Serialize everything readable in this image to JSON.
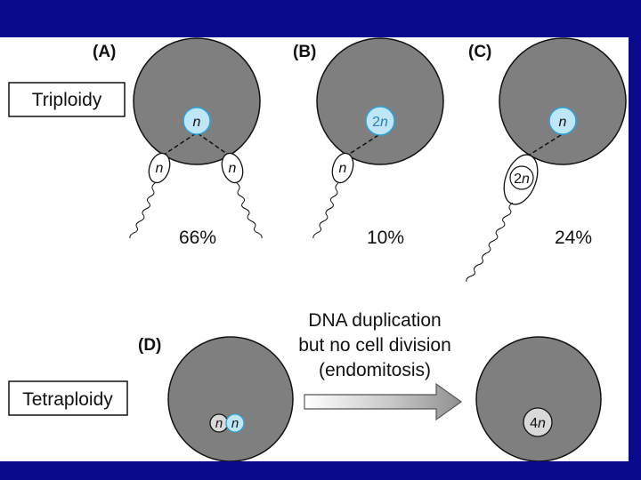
{
  "labels": {
    "panel_a": "(A)",
    "panel_b": "(B)",
    "panel_c": "(C)",
    "panel_d": "(D)",
    "triploidy": "Triploidy",
    "tetraploidy": "Tetraploidy"
  },
  "nuclei": {
    "a_egg_n": "n",
    "a_sperm1_n": "n",
    "a_sperm2_n": "n",
    "b_egg_coef": "2",
    "b_egg_n": "n",
    "b_sperm_n": "n",
    "c_egg_n": "n",
    "c_sperm_coef": "2",
    "c_sperm_n": "n",
    "d_pro1_n": "n",
    "d_pro2_n": "n",
    "d_result_coef": "4",
    "d_result_n": "n"
  },
  "percentages": {
    "a": "66%",
    "b": "10%",
    "c": "24%"
  },
  "arrow_text": {
    "line1": "DNA duplication",
    "line2": "but no cell division",
    "line3": "(endomitosis)"
  },
  "colors": {
    "slide_bg": "#0a0a8c",
    "cell_fill": "#7f7f7f",
    "nucleus_fill": "#bfe6f7",
    "nucleus_stroke": "#2aa3dc",
    "sperm_fill": "#ffffff"
  }
}
